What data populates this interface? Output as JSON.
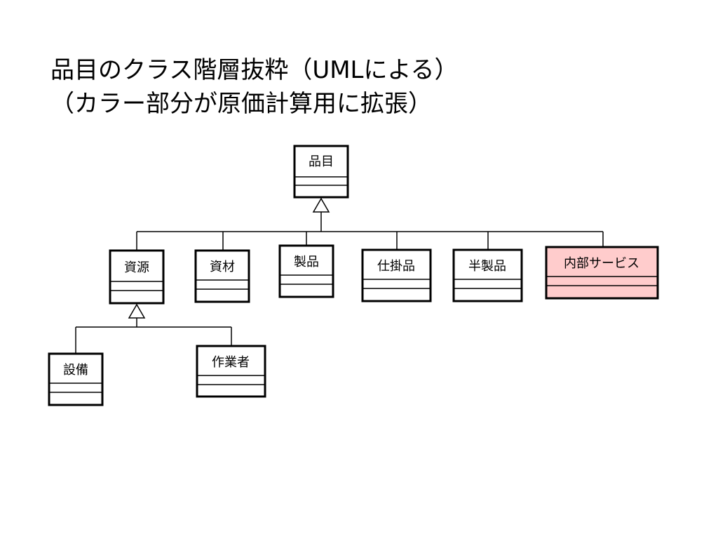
{
  "title": {
    "line1": "品目のクラス階層抜粋（UMLによる）",
    "line2": "（カラー部分が原価計算用に拡張）"
  },
  "classes": {
    "root": "品目",
    "resource": "資源",
    "material": "資材",
    "product": "製品",
    "wip": "仕掛品",
    "semi": "半製品",
    "internal": "内部サービス",
    "equipment": "設備",
    "worker": "作業者"
  },
  "colors": {
    "highlight_fill": "#ffcccc",
    "highlight_stroke": "#000000",
    "box_stroke": "#000000"
  }
}
